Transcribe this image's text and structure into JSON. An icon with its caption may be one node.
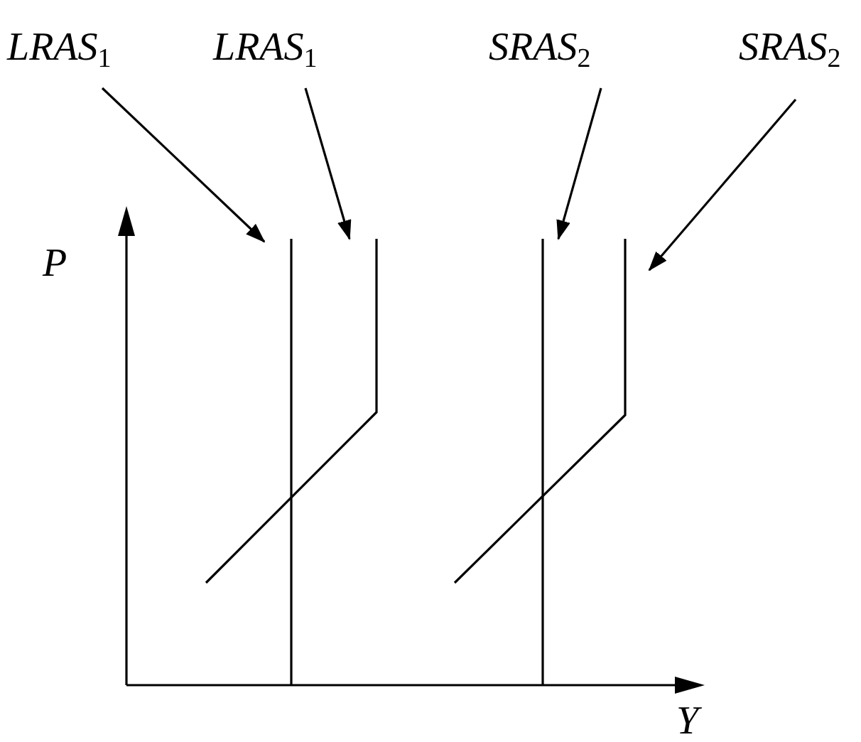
{
  "diagram": {
    "nodes": [
      {
        "text": [
          "LRAS$_{1}$"
        ]
      },
      {
        "text": [
          "LRAS$_{1}$"
        ]
      },
      {
        "text": [
          "SRAS$_{2}$"
        ]
      },
      {
        "text": [
          "SRAS$_{2}$"
        ]
      },
      {
        "text": [],
        "shape": "line"
      },
      {
        "text": [],
        "shape": "line"
      },
      {
        "text": [],
        "shape": "line"
      },
      {
        "text": [],
        "shape": "line"
      }
    ],
    "edges": [
      {
        "from": 0,
        "to": 4,
        "arrow": "to"
      },
      {
        "from": 1,
        "to": 5,
        "arrow": "to"
      },
      {
        "from": 2,
        "to": 6,
        "arrow": "to"
      },
      {
        "from": 3,
        "to": 7,
        "arrow": "to"
      }
    ],
    "labels": [
      "P",
      "Y"
    ]
  }
}
